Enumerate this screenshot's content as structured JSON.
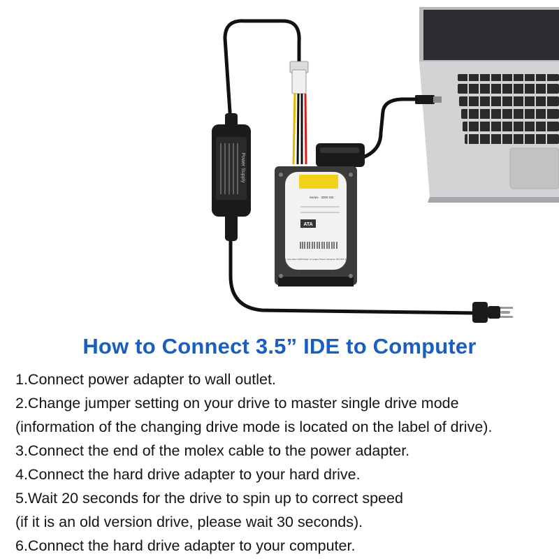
{
  "colors": {
    "heading": "#1a5fbf",
    "text": "#141414",
    "cable": "#111111",
    "drive_label": "#f2f2f2",
    "label_yellow": "#f4d21a",
    "laptop_body": "#c9c9cc"
  },
  "illustration": {
    "icons": [
      "power-adapter-icon",
      "laptop-icon",
      "hard-drive-icon",
      "molex-connector-icon",
      "usb-plug-icon",
      "ac-plug-icon"
    ],
    "adapter_label": "Power Supply",
    "drive_label_top": "Series · 3000 GB",
    "drive_label_brand": "ATA",
    "drive_label_note": "WARNING: Use either SATA Power or Legacy Power connector. DO NOT use both"
  },
  "heading": "How to Connect 3.5” IDE to Computer",
  "steps": [
    "1.Connect power adapter to wall outlet.",
    "2.Change jumper setting on your drive to master single drive mode",
    "(information of the changing drive mode is located on the label of drive).",
    "3.Connect the end of the molex cable to the power adapter.",
    "4.Connect the hard drive adapter to your hard drive.",
    "5.Wait 20 seconds for the drive to spin up to correct speed",
    "(if it is an old version drive, please wait 30 seconds).",
    "6.Connect the hard drive adapter to your computer."
  ]
}
